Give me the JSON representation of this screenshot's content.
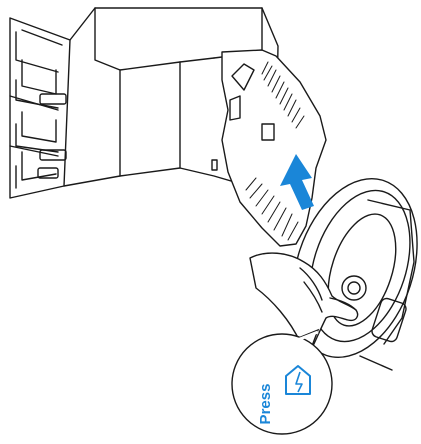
{
  "diagram": {
    "press_label": "Press",
    "accent_color": "#1a86d8",
    "line_color": "#1a1a1a",
    "parts": {
      "base_station": "docking-station",
      "ramp": "base-ramp",
      "robot": "robot-vacuum",
      "hand": "hand",
      "button_icon": "home-dock-icon",
      "arrow": "insert-direction-arrow",
      "callout": "press-callout"
    }
  }
}
